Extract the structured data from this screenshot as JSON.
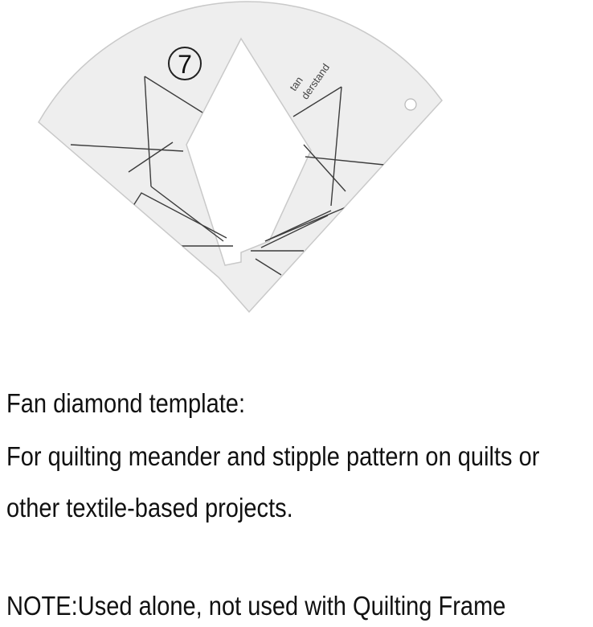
{
  "template": {
    "number": "7",
    "brand_line1": "tan",
    "brand_line2": "derstand"
  },
  "description": {
    "heading": "Fan diamond template:",
    "line1": "For quilting meander and stipple pattern on quilts or",
    "line2": "other textile-based projects.",
    "note": "NOTE:Used alone, not used with Quilting Frame"
  },
  "colors": {
    "template_fill": "#eeeeee",
    "template_edge": "#c9c9c9",
    "guide_lines": "#3c3c3c"
  }
}
